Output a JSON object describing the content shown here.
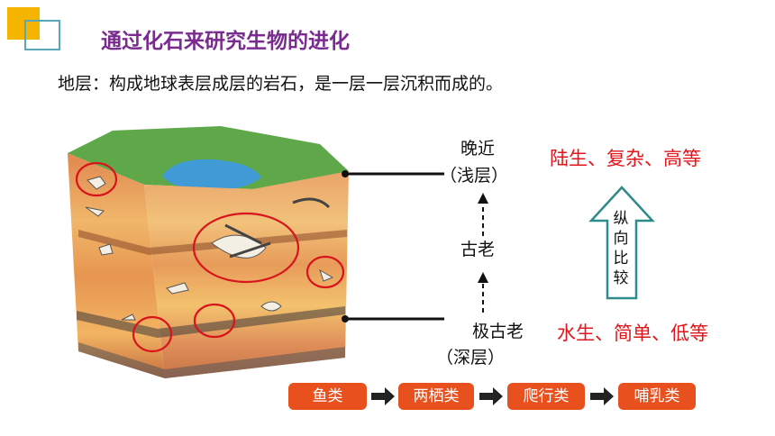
{
  "title": "通过化石来研究生物的进化",
  "definition": "地层：构成地球表层成层的岩石，是一层一层沉积而成的。",
  "labels": {
    "recent": "晚近",
    "shallow": "（浅层）",
    "ancient": "古老",
    "very_ancient": "极古老",
    "deep": "（深层）"
  },
  "traits": {
    "top": "陆生、复杂、高等",
    "bottom": "水生、简单、低等"
  },
  "compare_arrow": {
    "chars": [
      "纵",
      "向",
      "比",
      "较"
    ]
  },
  "sequence": [
    "鱼类",
    "两栖类",
    "爬行类",
    "哺乳类"
  ],
  "colors": {
    "title": "#7a2b8f",
    "accent_red": "#e1151b",
    "pill": "#e8501e",
    "circle": "#d8141c",
    "arrow_outline": "#2f8a8a"
  }
}
